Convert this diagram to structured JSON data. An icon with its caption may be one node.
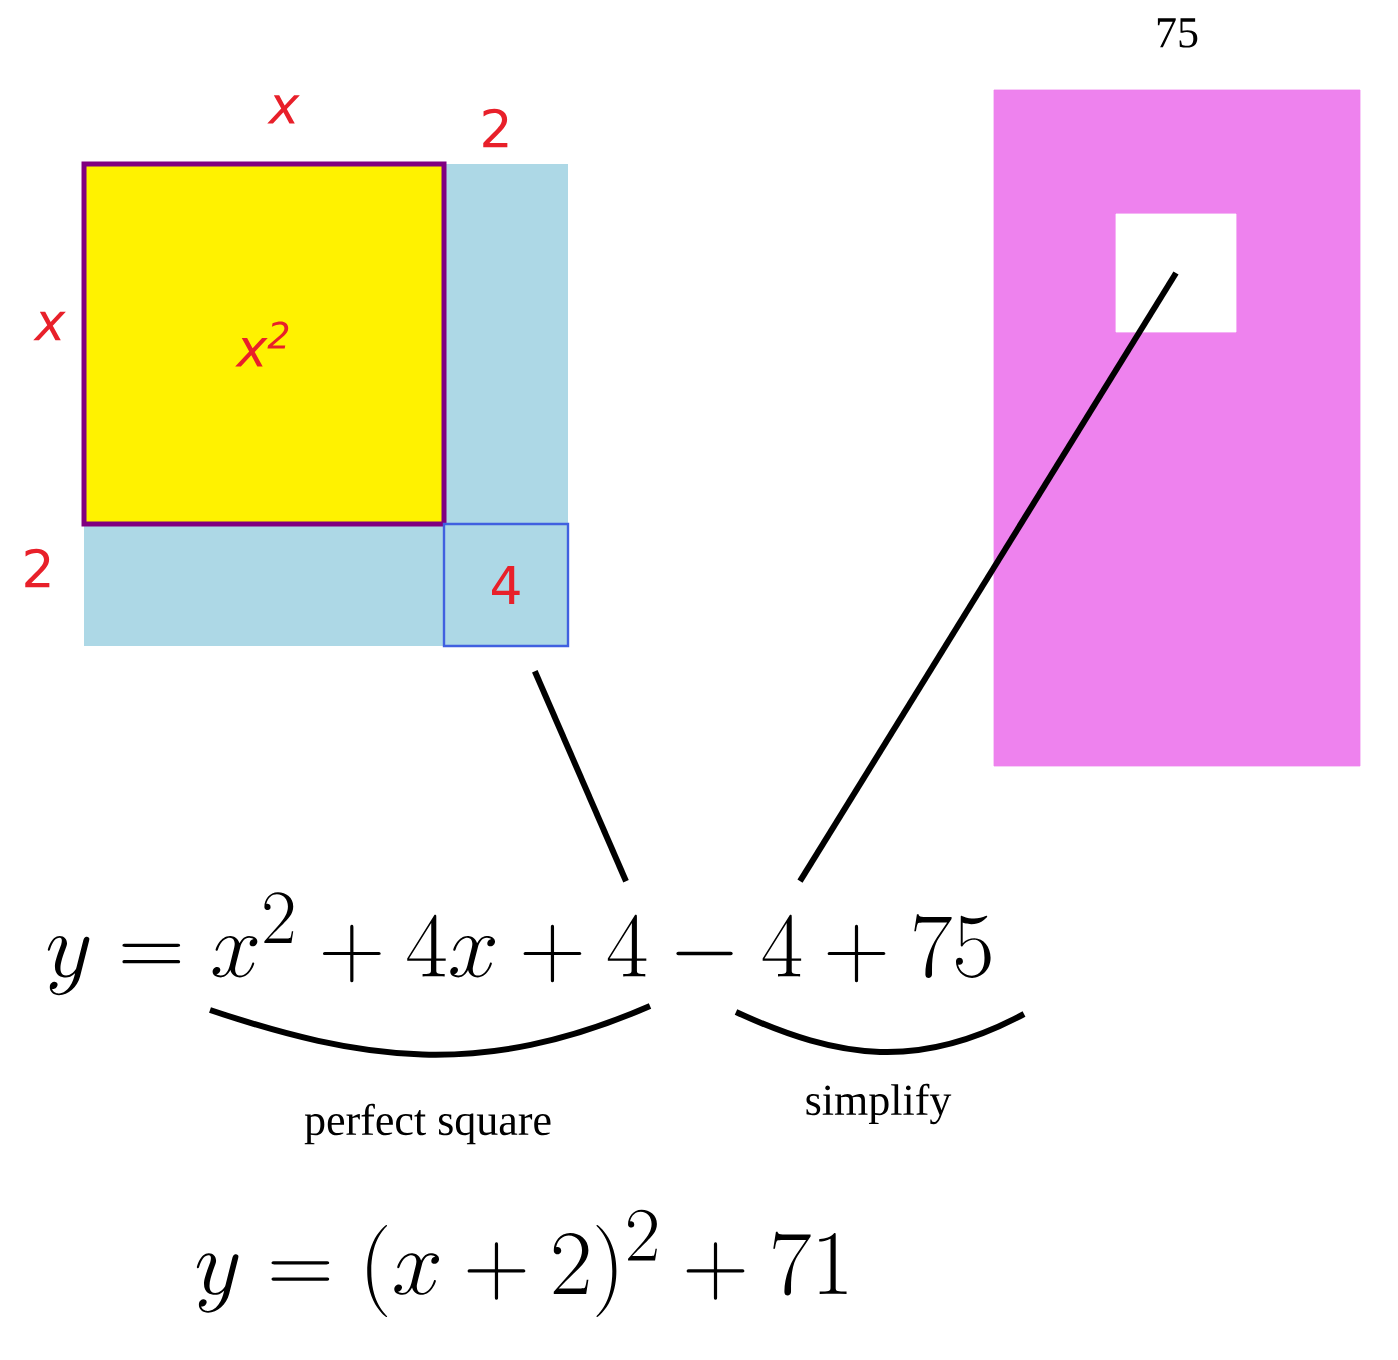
{
  "diagram": {
    "nodes": [
      {
        "text": [
          "x$^{2}$"
        ],
        "beside": [
          "x",
          "x"
        ]
      },
      {
        "text": [
          "4"
        ]
      },
      {
        "text": [],
        "shape": "box",
        "beside": [
          "75"
        ]
      },
      {
        "text": [],
        "shape": "box",
        "in": 2
      },
      {
        "text": [
          "y = x^2 + 4x + 4 - 4 + 75"
        ]
      }
    ],
    "edges": [
      {
        "from": 1,
        "to": 4,
        "arrow": "none"
      },
      {
        "from": 3,
        "to": 4,
        "arrow": "none"
      }
    ],
    "labels": [
      "2",
      "2",
      "perfect square",
      "simplify",
      "y = (x + 2)^2 + 71"
    ]
  }
}
